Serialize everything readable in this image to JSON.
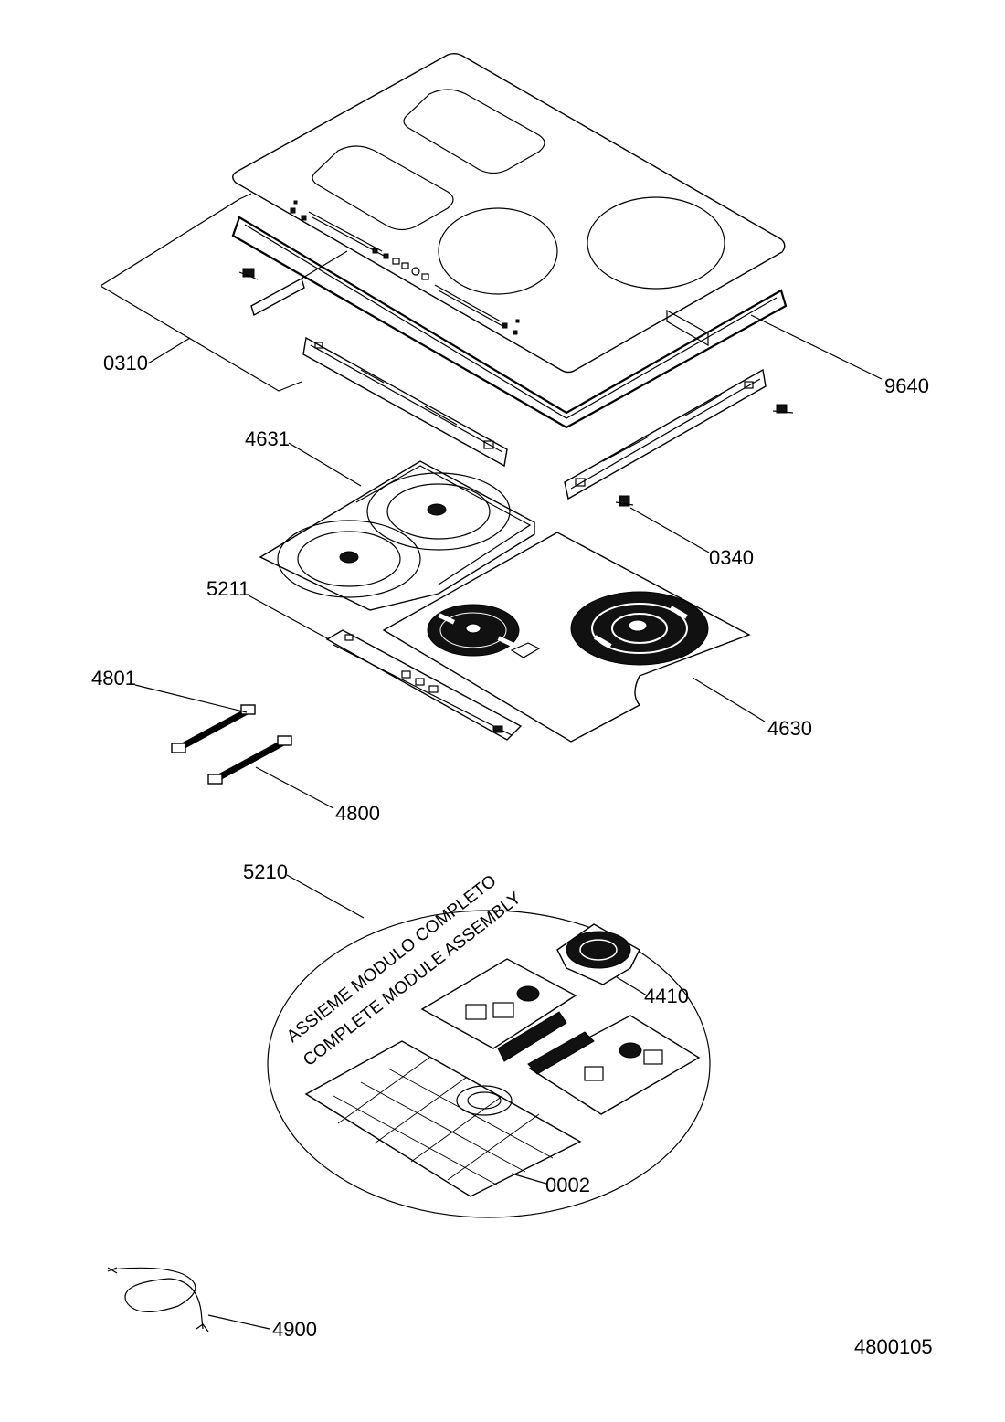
{
  "diagram": {
    "labels": {
      "p0310": "0310",
      "p9640": "9640",
      "p4631": "4631",
      "p0340": "0340",
      "p5211": "5211",
      "p4801": "4801",
      "p4630": "4630",
      "p4800": "4800",
      "p5210": "5210",
      "p4410": "4410",
      "p0002": "0002",
      "p4900": "4900"
    },
    "module_note": {
      "line1": "ASSIEME MODULO COMPLETO",
      "line2": "COMPLETE MODULE ASSEMBLY"
    },
    "drawing_number": "4800105"
  }
}
